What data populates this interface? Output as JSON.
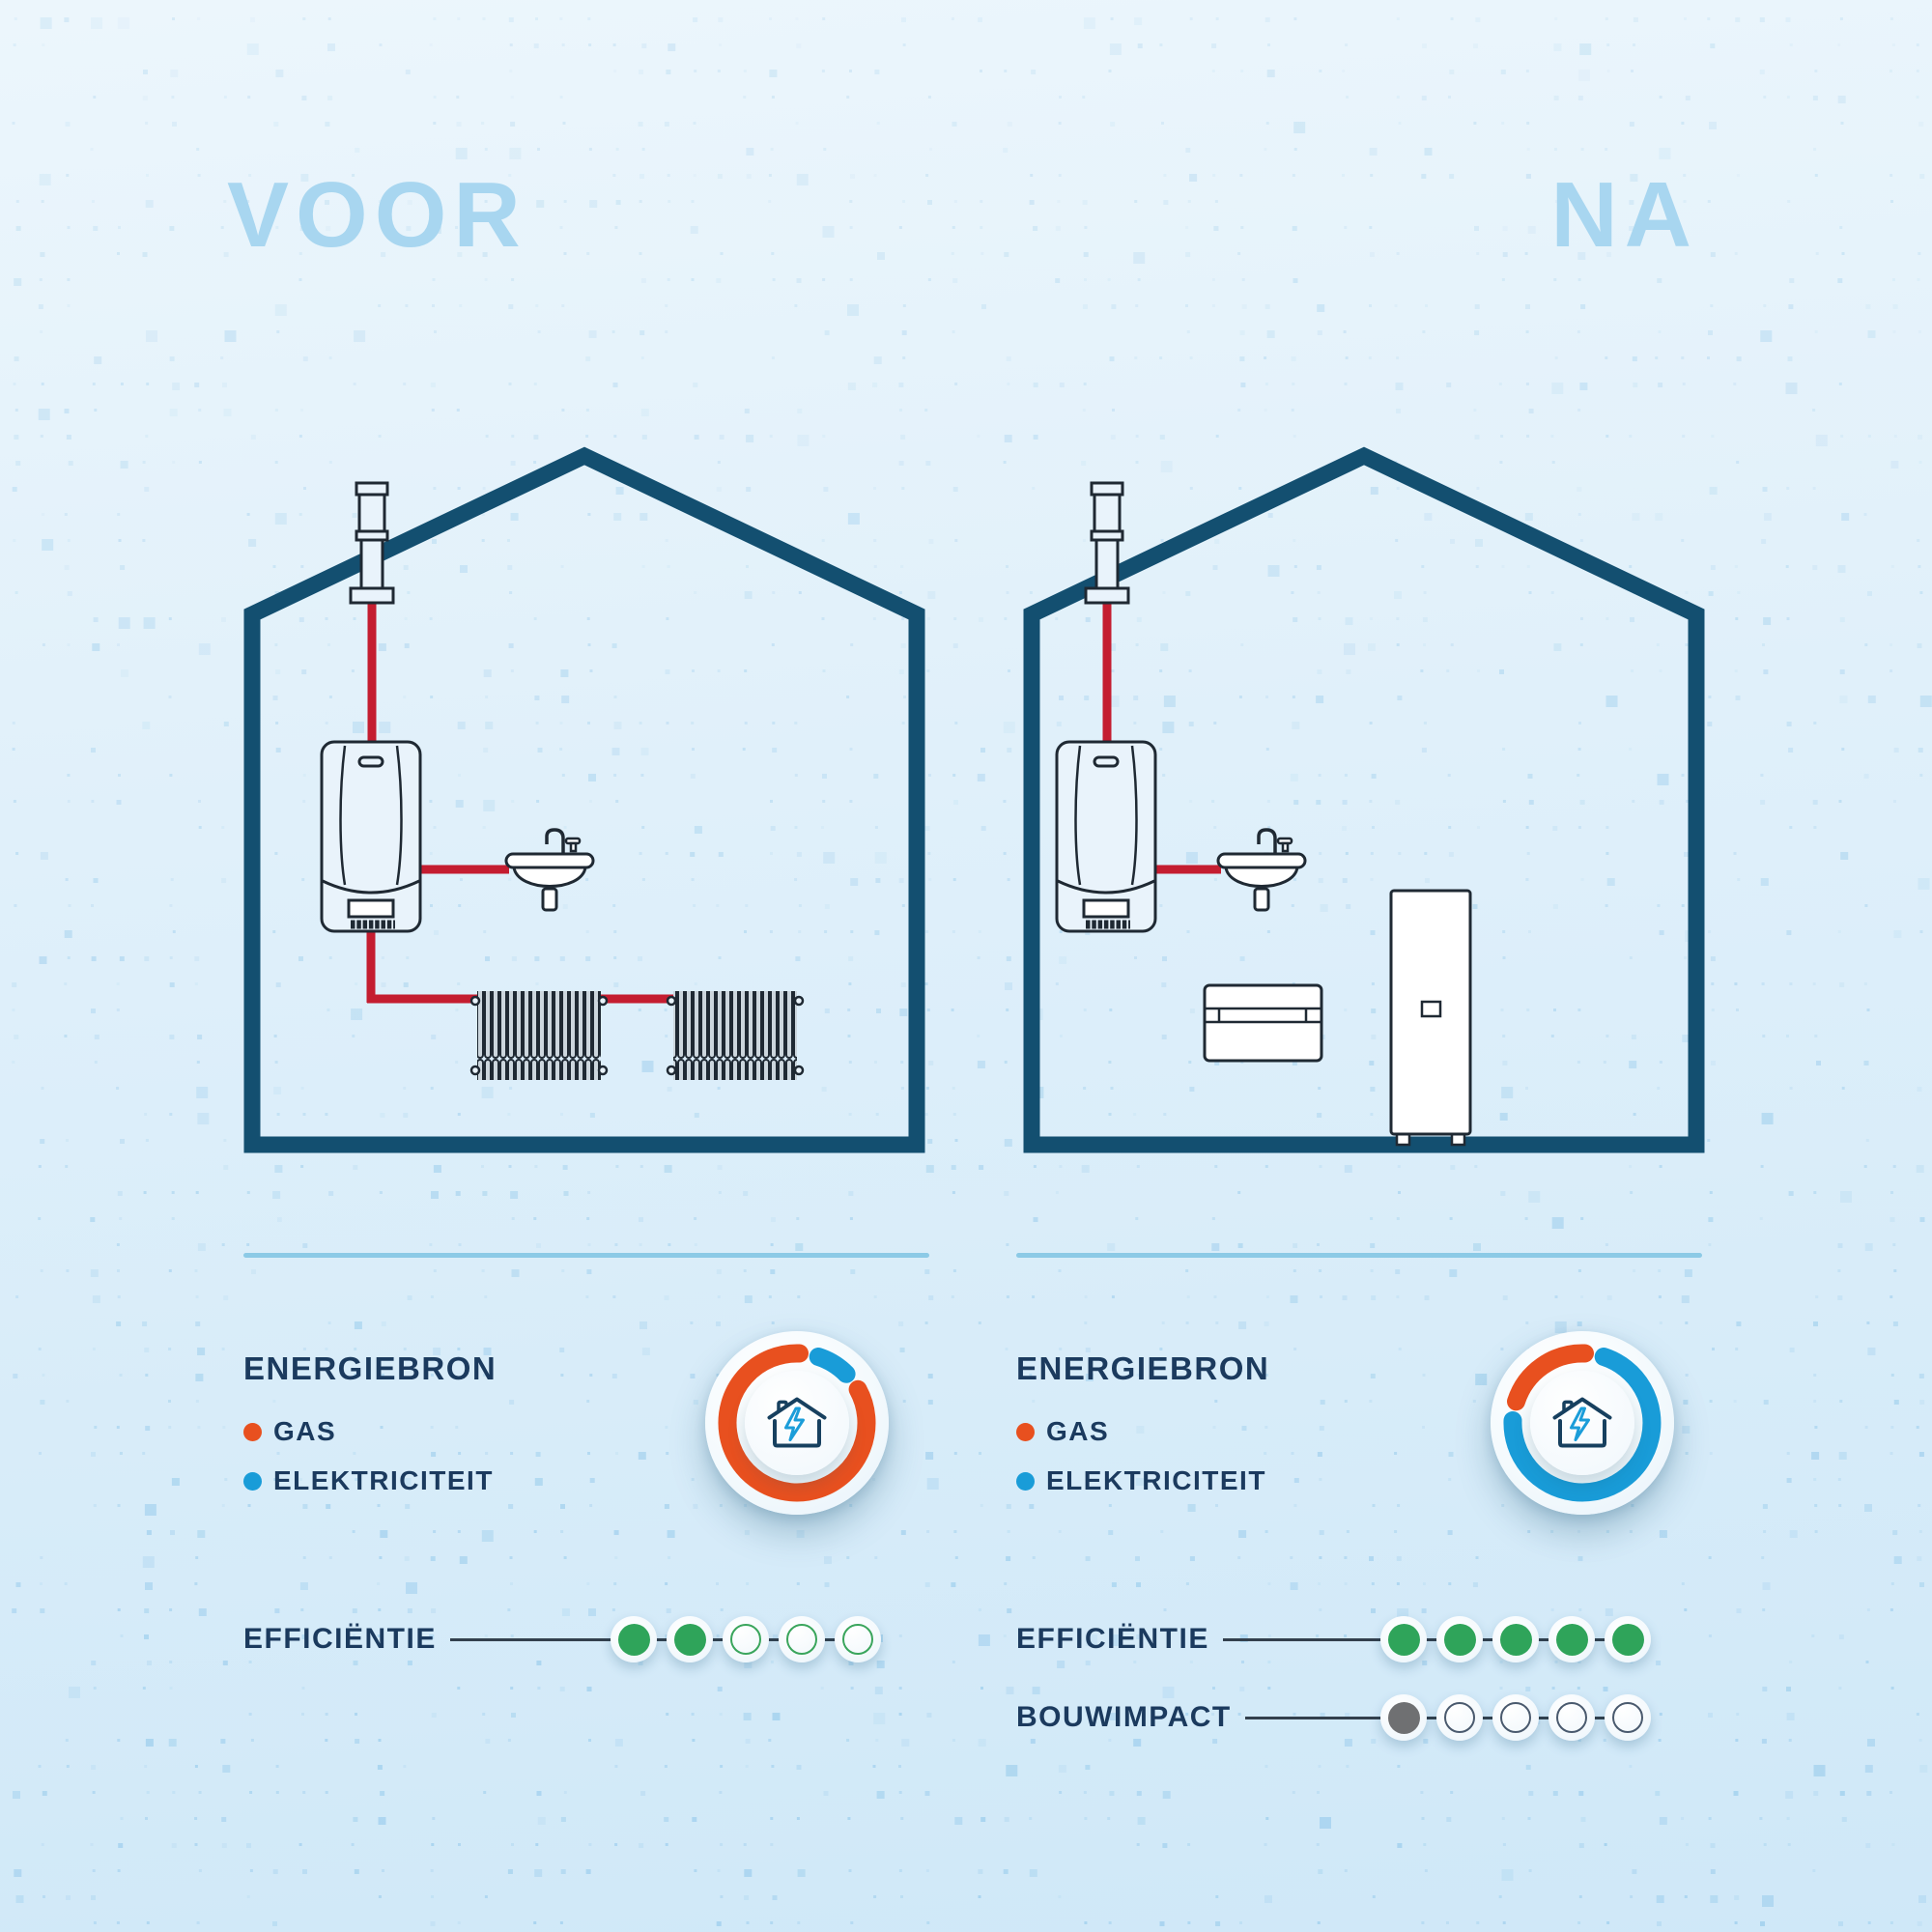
{
  "titles": {
    "before": "VOOR",
    "after": "NA"
  },
  "colors": {
    "background_top": "#ecf6fc",
    "background_bottom": "#cfe8f8",
    "title": "#a8d6f0",
    "text_navy": "#1b3a5e",
    "house_outline": "#134f70",
    "gas_pipe_red": "#c41d30",
    "gas_orange": "#e8501f",
    "electricity_blue": "#199cd8",
    "efficiency_green": "#2fa45a",
    "impact_gray": "#6f7072",
    "divider_blue": "#8ccae6"
  },
  "panels": [
    {
      "id": "voor",
      "title": "VOOR",
      "house_equipment": [
        "chimney-flue",
        "gas-boiler",
        "sink",
        "radiator",
        "radiator"
      ],
      "energy": {
        "heading": "ENERGIEBRON",
        "legend": [
          {
            "id": "gas",
            "label": "GAS",
            "color": "#e8501f"
          },
          {
            "id": "elektriciteit",
            "label": "ELEKTRICITEIT",
            "color": "#199cd8"
          }
        ],
        "donut": {
          "order": [
            "elektriciteit",
            "gas"
          ],
          "values": {
            "gas": 88,
            "elektriciteit": 12
          }
        }
      },
      "ratings": [
        {
          "id": "efficientie",
          "label": "EFFICIËNTIE",
          "filled": 2,
          "total": 5,
          "fill_color": "#2fa45a",
          "empty_ring_color": "#3aa55c"
        }
      ]
    },
    {
      "id": "na",
      "title": "NA",
      "house_equipment": [
        "chimney-flue",
        "gas-boiler",
        "sink",
        "convector",
        "heat-pump"
      ],
      "energy": {
        "heading": "ENERGIEBRON",
        "legend": [
          {
            "id": "gas",
            "label": "GAS",
            "color": "#e8501f"
          },
          {
            "id": "elektriciteit",
            "label": "ELEKTRICITEIT",
            "color": "#199cd8"
          }
        ],
        "donut": {
          "order": [
            "elektriciteit",
            "gas"
          ],
          "values": {
            "gas": 25,
            "elektriciteit": 75
          }
        }
      },
      "ratings": [
        {
          "id": "efficientie",
          "label": "EFFICIËNTIE",
          "filled": 5,
          "total": 5,
          "fill_color": "#2fa45a",
          "empty_ring_color": "#3aa55c"
        },
        {
          "id": "bouwimpact",
          "label": "BOUWIMPACT",
          "filled": 1,
          "total": 5,
          "fill_color": "#6f7072",
          "empty_ring_color": "#4a5a6e"
        }
      ]
    }
  ]
}
